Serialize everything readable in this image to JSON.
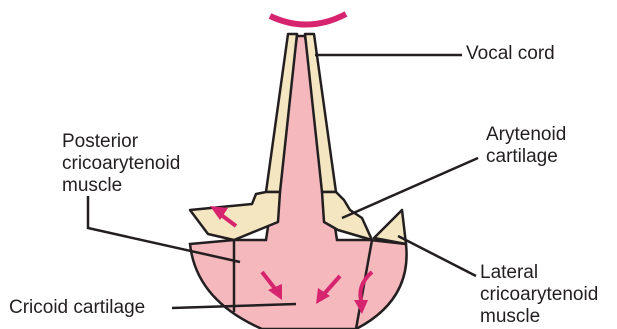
{
  "labels": {
    "vocal_cord": "Vocal cord",
    "arytenoid_cartilage": [
      "Arytenoid",
      "cartilage"
    ],
    "posterior_cricoarytenoid_muscle": [
      "Posterior",
      "cricoarytenoid",
      "muscle"
    ],
    "cricoid_cartilage": "Cricoid cartilage",
    "lateral_cricoarytenoid_muscle": [
      "Lateral",
      "cricoarytenoid",
      "muscle"
    ]
  },
  "colors": {
    "muscle_fill": "#f4b8bd",
    "cartilage_fill": "#f4e6c0",
    "arrow": "#d6246e",
    "outline": "#231f20"
  }
}
